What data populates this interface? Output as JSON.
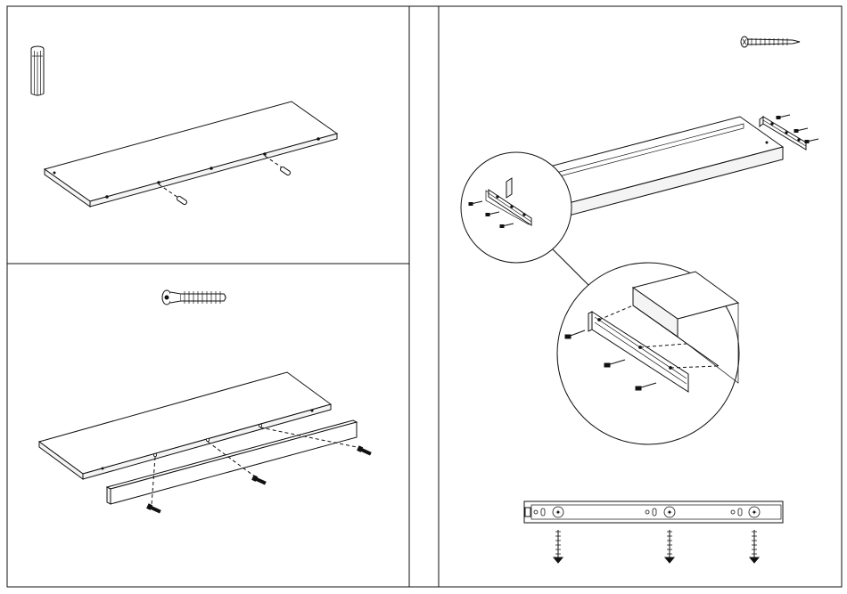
{
  "sheet": {
    "type": "assembly-instruction-sheet",
    "text_labels": [],
    "steps": [
      {
        "id": "step-dowel-insertion",
        "hardware": "wooden-dowel-icon",
        "part": "shelf-panel",
        "fastener_count": 2
      },
      {
        "id": "step-edge-strip",
        "hardware": "cam-bolt-icon",
        "part": "shelf-panel-with-front-strip",
        "fastener_count": 3
      },
      {
        "id": "step-drawer-slide",
        "hardware": "wood-screw-icon",
        "part": "side-panel-with-drawer-runner",
        "fastener_count": 3,
        "detail_views": 2,
        "runner_mounting_screws": 3
      }
    ],
    "colors": {
      "line": "#111111",
      "background": "#ffffff"
    }
  }
}
